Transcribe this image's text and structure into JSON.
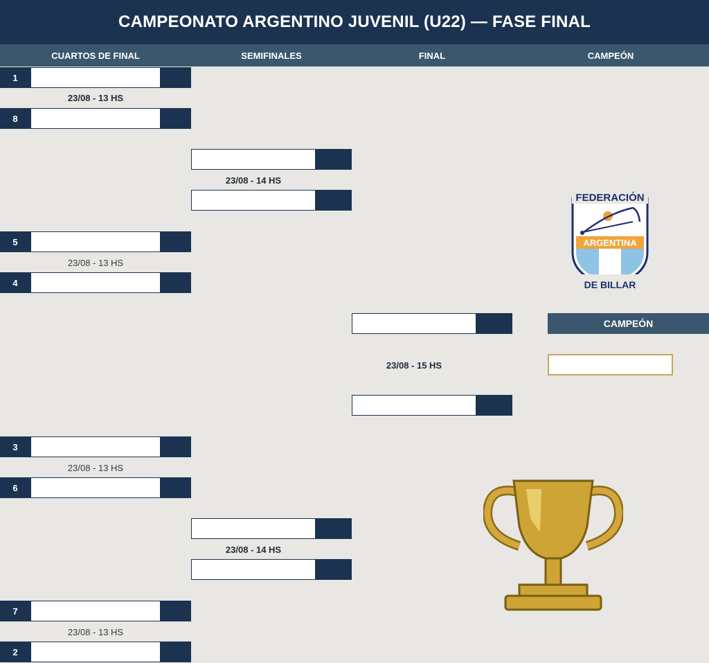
{
  "title": "CAMPEONATO ARGENTINO JUVENIL (U22) — FASE FINAL",
  "rounds": {
    "quarterfinals": "CUARTOS DE FINAL",
    "semifinals": "SEMIFINALES",
    "final": "FINAL",
    "champion": "CAMPEÓN"
  },
  "qf": [
    {
      "seed_a": "1",
      "seed_b": "8",
      "schedule": "23/08 - 13 HS"
    },
    {
      "seed_a": "5",
      "seed_b": "4",
      "schedule": "23/08 - 13 HS"
    },
    {
      "seed_a": "3",
      "seed_b": "6",
      "schedule": "23/08 - 13 HS"
    },
    {
      "seed_a": "7",
      "seed_b": "2",
      "schedule": "23/08 - 13 HS"
    }
  ],
  "sf": [
    {
      "schedule": "23/08 - 14 HS"
    },
    {
      "schedule": "23/08 - 14 HS"
    }
  ],
  "final": {
    "schedule": "23/08 - 15 HS"
  },
  "champion_label": "CAMPEÓN",
  "logo": {
    "top": "FEDERACIÓN",
    "middle": "ARGENTINA",
    "bottom": "DE BILLAR"
  },
  "colors": {
    "navy": "#1b3350",
    "header": "#3a576d",
    "background": "#e8e7e3",
    "gold": "#c9a233",
    "champion_border": "#c8a75a"
  },
  "icons": [
    "federation-logo",
    "trophy-icon"
  ]
}
